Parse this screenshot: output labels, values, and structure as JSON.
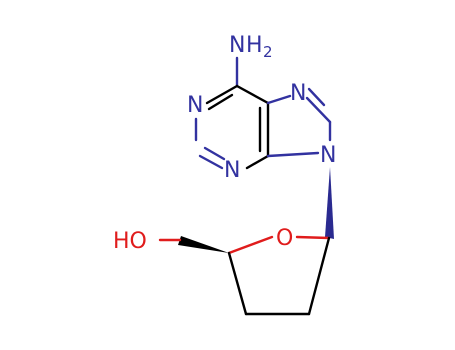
{
  "molecule": {
    "atoms": {
      "amine_n": "N",
      "amine_h": "H",
      "amine_h_count": "2",
      "n1": "N",
      "n3": "N",
      "n7": "N",
      "n9": "N",
      "ring_o": "O",
      "hydroxyl": "HO"
    },
    "colors": {
      "bond": "#000000",
      "nitrogen": "#3232a0",
      "oxygen": "#e01c1c"
    }
  }
}
